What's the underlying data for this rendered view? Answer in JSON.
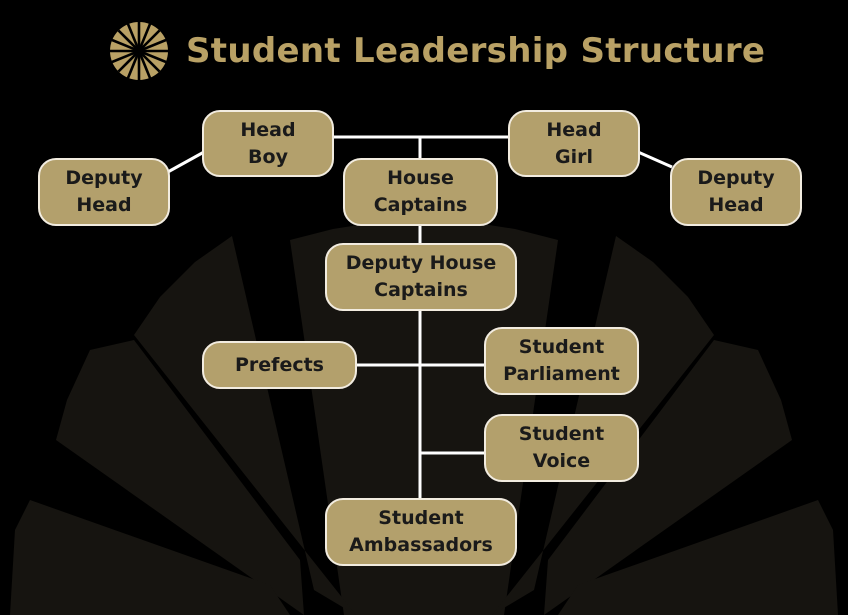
{
  "title": "Student Leadership Structure",
  "colors": {
    "background": "#000000",
    "accent": "#b9a165",
    "node_fill": "#b3a06c",
    "node_border": "#f2ece0",
    "node_text": "#1a1a1a",
    "connector": "#ffffff",
    "fan": "#161410"
  },
  "icons": {
    "logo": "sunburst-logo-icon"
  },
  "nodes": {
    "head_boy": [
      "Head",
      "Boy"
    ],
    "head_girl": [
      "Head",
      "Girl"
    ],
    "deputy_head_left": [
      "Deputy",
      "Head"
    ],
    "deputy_head_right": [
      "Deputy",
      "Head"
    ],
    "house_captains": [
      "House",
      "Captains"
    ],
    "deputy_house_captains": [
      "Deputy House",
      "Captains"
    ],
    "prefects": [
      "Prefects"
    ],
    "student_parliament": [
      "Student",
      "Parliament"
    ],
    "student_voice": [
      "Student",
      "Voice"
    ],
    "student_ambassadors": [
      "Student",
      "Ambassadors"
    ]
  }
}
